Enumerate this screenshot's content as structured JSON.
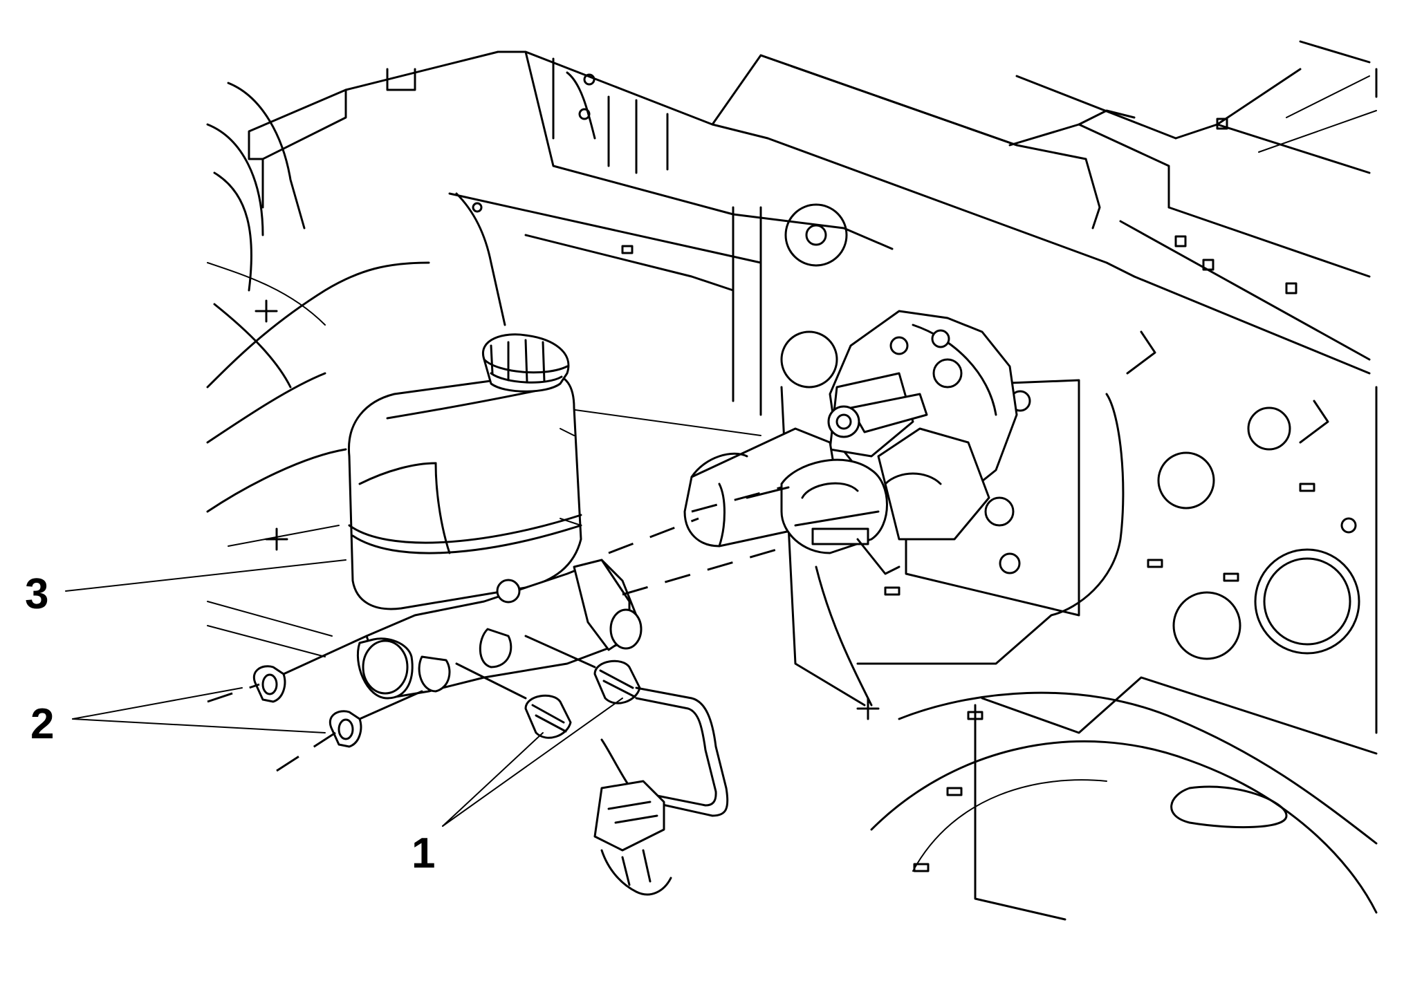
{
  "callouts": [
    {
      "id": "1",
      "text": "1"
    },
    {
      "id": "2",
      "text": "2"
    },
    {
      "id": "3",
      "text": "3"
    }
  ]
}
